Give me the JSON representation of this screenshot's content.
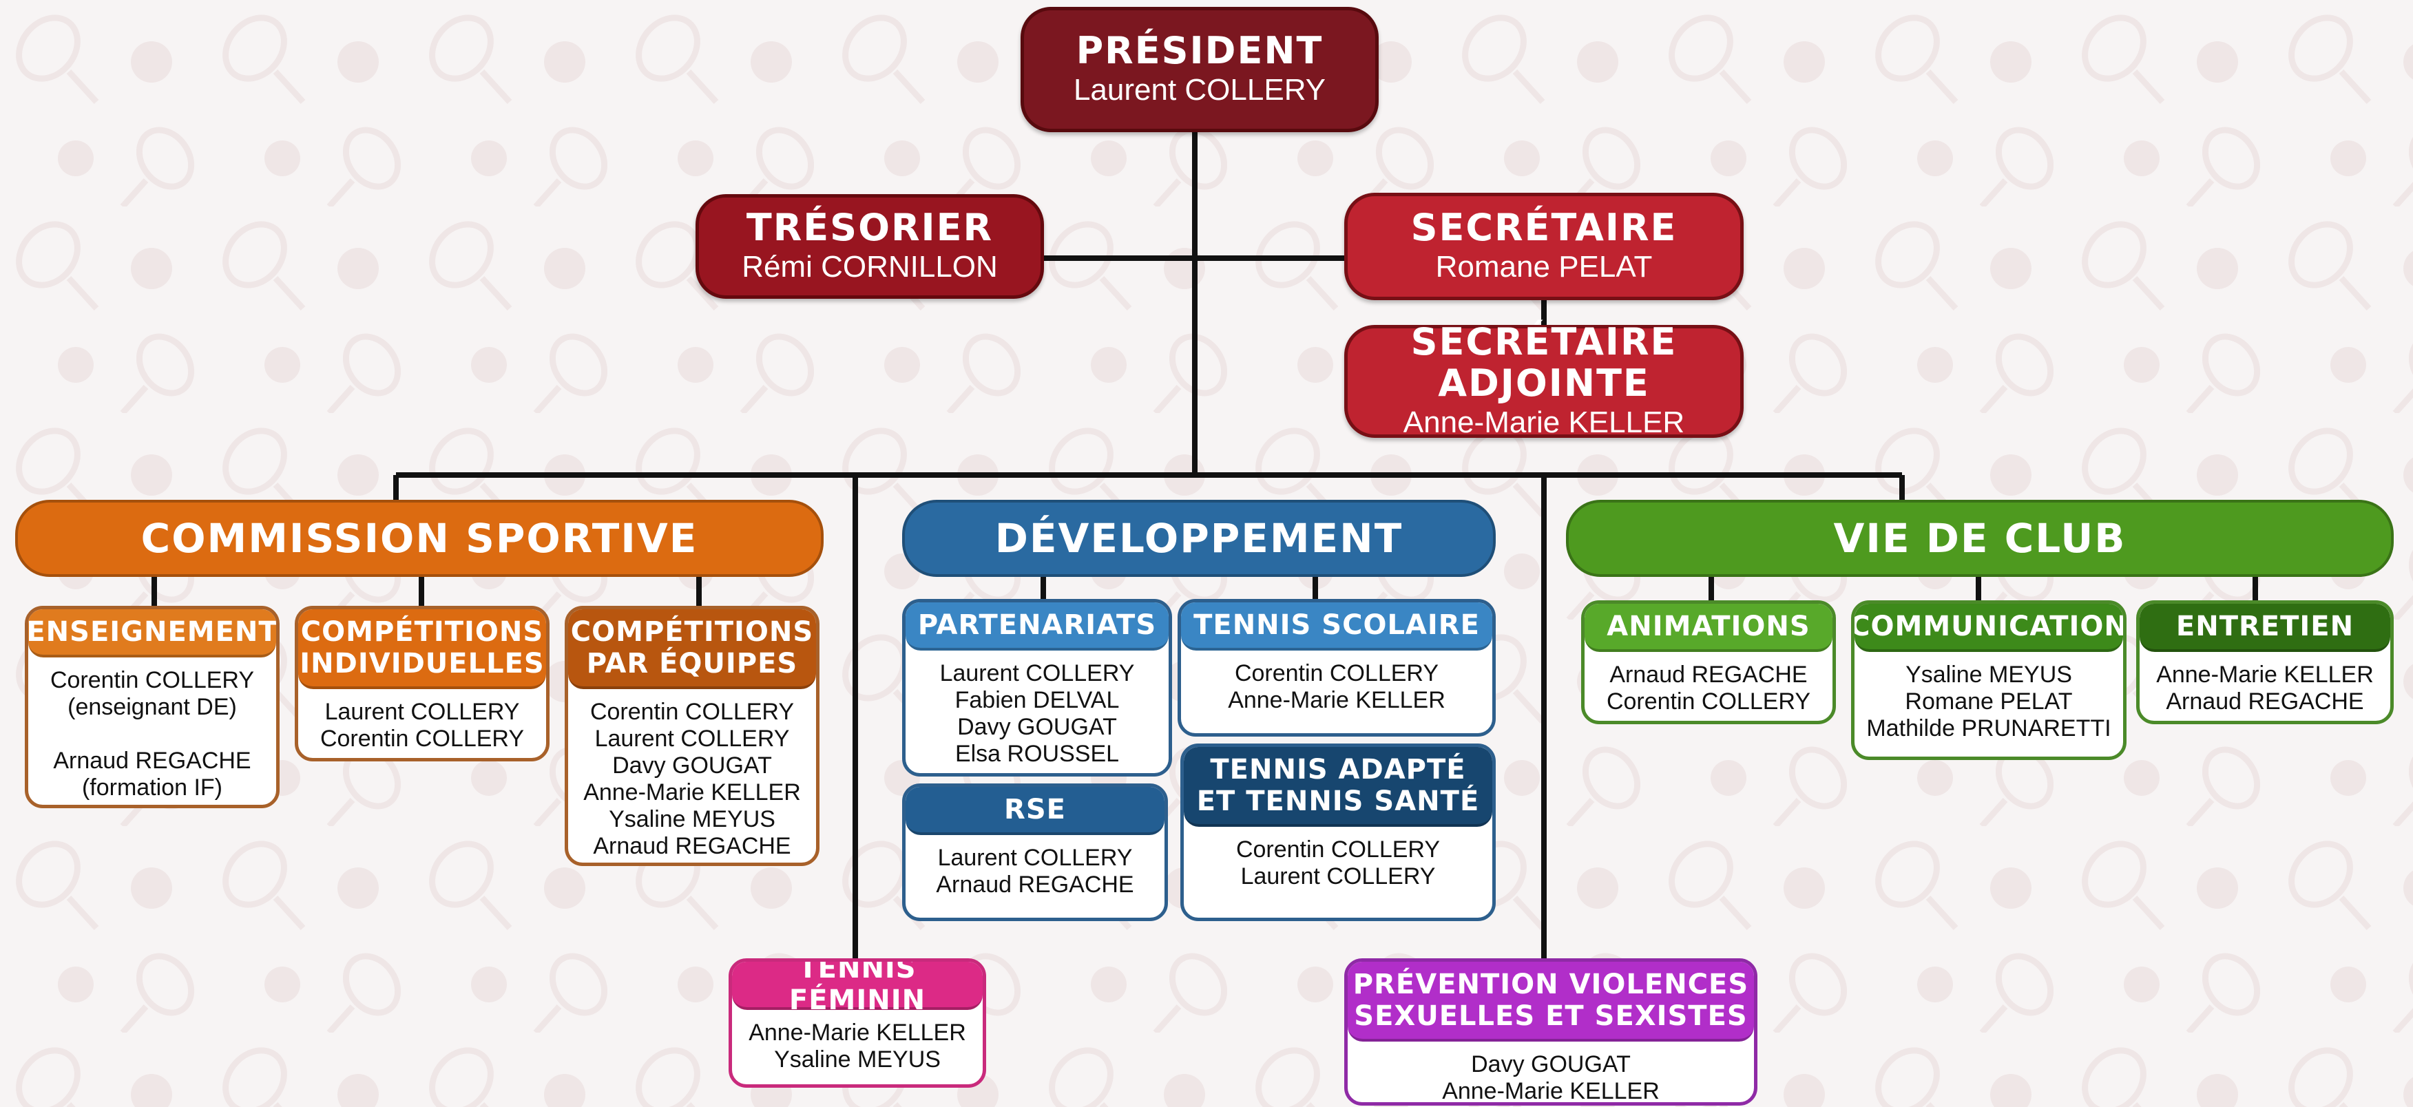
{
  "colors": {
    "dark_red": "#7b1720",
    "red": "#981520",
    "bright_red": "#bf2330",
    "orange": "#dc6b11",
    "orange_light": "#e07b1e",
    "orange_dark": "#b8560f",
    "orange_border": "#a8612a",
    "blue": "#2a6aa1",
    "blue_light": "#3a86c4",
    "blue_mid": "#235e92",
    "blue_dark": "#17466f",
    "blue_border": "#2d5f8d",
    "green": "#4e9a1f",
    "green_light": "#58a92a",
    "green_mid": "#3d8a1a",
    "green_dark": "#2f6e12",
    "green_border": "#4b8a29",
    "pink": "#dc2a86",
    "purple": "#b12ec9"
  },
  "bureau": {
    "president": {
      "title": "PRÉSIDENT",
      "name": "Laurent COLLERY"
    },
    "tresorier": {
      "title": "TRÉSORIER",
      "name": "Rémi CORNILLON"
    },
    "secretaire": {
      "title": "SECRÉTAIRE",
      "name": "Romane PELAT"
    },
    "secretaire_adjointe": {
      "title": "SECRÉTAIRE ADJOINTE",
      "name": "Anne-Marie KELLER"
    }
  },
  "commission_sportive": {
    "title": "COMMISSION SPORTIVE",
    "enseignement": {
      "title": [
        "ENSEIGNEMENT"
      ],
      "members": [
        "Corentin COLLERY",
        "(enseignant DE)",
        "",
        "Arnaud REGACHE",
        "(formation IF)"
      ]
    },
    "competitions_individuelles": {
      "title": [
        "COMPÉTITIONS",
        "INDIVIDUELLES"
      ],
      "members": [
        "Laurent COLLERY",
        "Corentin COLLERY"
      ]
    },
    "competitions_equipes": {
      "title": [
        "COMPÉTITIONS",
        "PAR ÉQUIPES"
      ],
      "members": [
        "Corentin COLLERY",
        "Laurent COLLERY",
        "Davy GOUGAT",
        "Anne-Marie KELLER",
        "Ysaline MEYUS",
        "Arnaud REGACHE"
      ]
    }
  },
  "developpement": {
    "title": "DÉVELOPPEMENT",
    "partenariats": {
      "title": [
        "PARTENARIATS"
      ],
      "members": [
        "Laurent COLLERY",
        "Fabien DELVAL",
        "Davy GOUGAT",
        "Elsa  ROUSSEL"
      ]
    },
    "tennis_scolaire": {
      "title": [
        "TENNIS SCOLAIRE"
      ],
      "members": [
        "Corentin COLLERY",
        "Anne-Marie KELLER"
      ]
    },
    "rse": {
      "title": [
        "RSE"
      ],
      "members": [
        "Laurent COLLERY",
        "Arnaud REGACHE"
      ]
    },
    "tennis_adapte": {
      "title": [
        "TENNIS ADAPTÉ",
        "ET TENNIS SANTÉ"
      ],
      "members": [
        "Corentin COLLERY",
        "Laurent COLLERY"
      ]
    }
  },
  "vie_de_club": {
    "title": "VIE DE CLUB",
    "animations": {
      "title": [
        "ANIMATIONS"
      ],
      "members": [
        "Arnaud REGACHE",
        "Corentin COLLERY"
      ]
    },
    "communication": {
      "title": [
        "COMMUNICATION"
      ],
      "members": [
        "Ysaline MEYUS",
        "Romane PELAT",
        "Mathilde PRUNARETTI"
      ]
    },
    "entretien": {
      "title": [
        "ENTRETIEN"
      ],
      "members": [
        "Anne-Marie KELLER",
        "Arnaud REGACHE"
      ]
    }
  },
  "tennis_feminin": {
    "title": [
      "TENNIS FÉMININ"
    ],
    "members": [
      "Anne-Marie KELLER",
      "Ysaline MEYUS"
    ]
  },
  "prevention": {
    "title": [
      "PRÉVENTION VIOLENCES",
      "SEXUELLES ET SEXISTES"
    ],
    "members": [
      "Davy GOUGAT",
      "Anne-Marie KELLER"
    ]
  }
}
